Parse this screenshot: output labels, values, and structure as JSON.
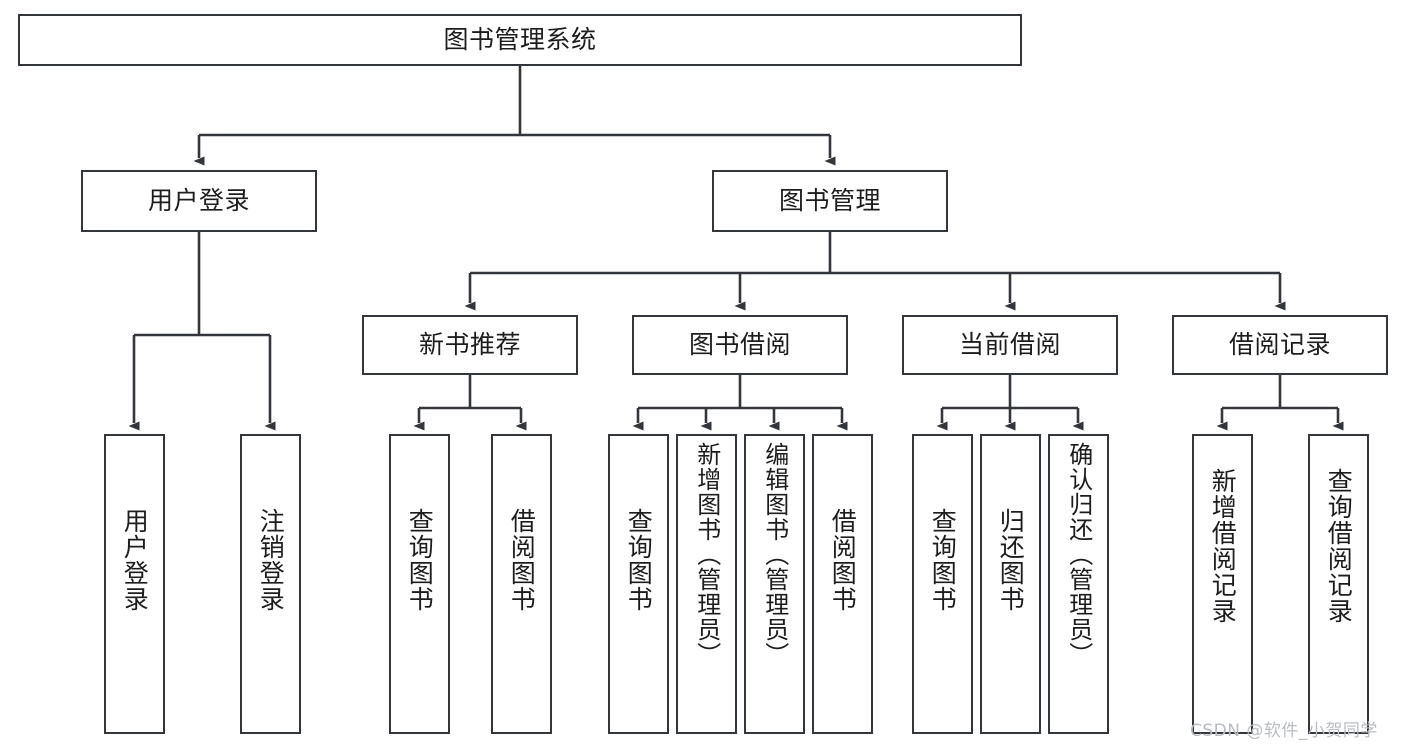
{
  "diagram": {
    "type": "tree",
    "title": "图书管理系统",
    "root": {
      "label": "图书管理系统"
    },
    "level2": [
      {
        "label": "用户登录"
      },
      {
        "label": "图书管理"
      }
    ],
    "level3": [
      {
        "label": "新书推荐"
      },
      {
        "label": "图书借阅"
      },
      {
        "label": "当前借阅"
      },
      {
        "label": "借阅记录"
      }
    ],
    "leaves": {
      "user_login": [
        {
          "label": "用户登录"
        },
        {
          "label": "注销登录"
        }
      ],
      "new_book_recommend": [
        {
          "label": "查询图书"
        },
        {
          "label": "借阅图书"
        }
      ],
      "book_borrow": [
        {
          "label": "查询图书"
        },
        {
          "label": "新增图书（管理员）"
        },
        {
          "label": "编辑图书（管理员）"
        },
        {
          "label": "借阅图书"
        }
      ],
      "current_borrow": [
        {
          "label": "查询图书"
        },
        {
          "label": "归还图书"
        },
        {
          "label": "确认归还（管理员）"
        }
      ],
      "borrow_record": [
        {
          "label": "新增借阅记录"
        },
        {
          "label": "查询借阅记录"
        }
      ]
    }
  },
  "watermark": {
    "text": "CSDN @软件_小贺同学"
  },
  "colors": {
    "stroke": "#33363b",
    "background": "#ffffff",
    "text": "#1d1d1f",
    "watermark": "#b9bcc2"
  }
}
